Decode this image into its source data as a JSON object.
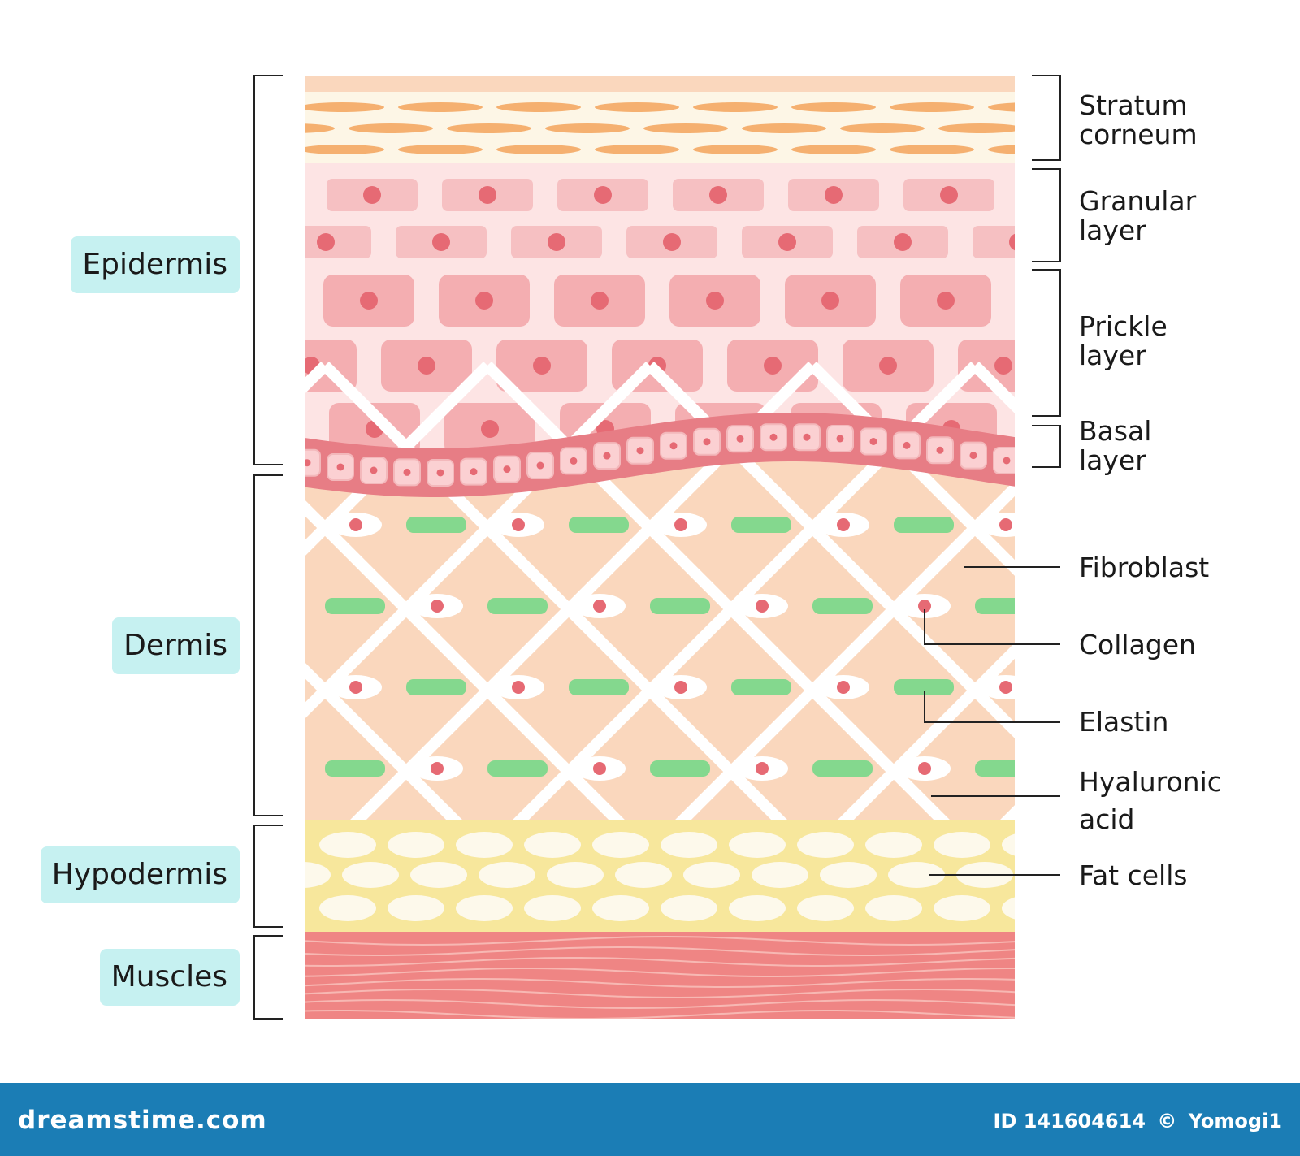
{
  "regions": [
    {
      "id": "epidermis",
      "label": "Epidermis"
    },
    {
      "id": "dermis",
      "label": "Dermis"
    },
    {
      "id": "hypodermis",
      "label": "Hypodermis"
    },
    {
      "id": "muscles",
      "label": "Muscles"
    }
  ],
  "layers": {
    "stratum_corneum": "Stratum\ncorneum",
    "granular": "Granular\nlayer",
    "prickle": "Prickle\nlayer",
    "basal": "Basal\nlayer",
    "fibroblast": "Fibroblast",
    "collagen": "Collagen",
    "elastin": "Elastin",
    "hyaluronic": "Hyaluronic\nacid",
    "fat": "Fat cells"
  },
  "colors": {
    "corneum_bg": "#fdf6e6",
    "corneum_cell": "#f5b070",
    "epidermis_bg": "#fde4e4",
    "granular_cell": "#f6c0c2",
    "prickle_cell": "#f4aeb1",
    "nucleus": "#e66a74",
    "basal_band": "#e77d85",
    "dermis_bg": "#fad7bd",
    "collagen": "#ffffff",
    "elastin": "#84d88e",
    "hypodermis_bg": "#f7e79c",
    "fat_cell": "#fdf9eb",
    "muscle": "#ef8584",
    "label_bg": "#c6f1f1"
  },
  "footer": {
    "brand": "dreamstime.com",
    "id_text": "ID 141604614",
    "copyright": "©",
    "author": "Yomogi1"
  }
}
